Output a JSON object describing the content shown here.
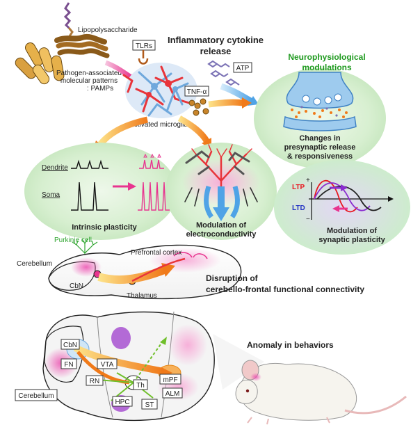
{
  "top": {
    "lipopolysaccharide": "Lipopolysaccharide",
    "pamps_line1": "Pathogen-associated",
    "pamps_line2": "molecular patterns",
    "pamps_line3": ": PAMPs",
    "tlrs": "TLRs",
    "cytokine_line1": "Inflammatory cytokine",
    "cytokine_line2": "release",
    "atp": "ATP",
    "tnf": "TNF-α",
    "microglia": "Activated microglia"
  },
  "modulations": {
    "title_line1": "Neurophysiological",
    "title_line2": "modulations",
    "presynaptic_line1": "Changes in",
    "presynaptic_line2": "presynaptic release",
    "presynaptic_line3": "& responsiveness",
    "dendrite": "Dendrite",
    "soma": "Soma",
    "intrinsic": "Intrinsic plasticity",
    "electro_line1": "Modulation of",
    "electro_line2": "electroconductivity",
    "plus": "+",
    "minus": "−",
    "ltp": "LTP",
    "ltd": "LTD",
    "synaptic_line1": "Modulation of",
    "synaptic_line2": "synaptic plasticity"
  },
  "sagittal": {
    "purkinje": "Purkinje cell",
    "cerebellum": "Cerebellum",
    "prefrontal": "Prefrontal cortex",
    "cbn": "CbN",
    "thalamus": "Thalamus",
    "disruption_line1": "Disruption of",
    "disruption_line2": "cerebello-frontal functional connectivity"
  },
  "dorsal": {
    "cbn": "CbN",
    "fn": "FN",
    "vta": "VTA",
    "rn": "RN",
    "th": "Th",
    "mpf": "mPF",
    "hpc": "HPC",
    "st": "ST",
    "alm": "ALM",
    "cerebellum": "Cerebellum"
  },
  "behavior": {
    "anomaly": "Anomaly in behaviors"
  },
  "colors": {
    "green_bubble": "#d9f0d3",
    "pink_glow": "#ef6bc0",
    "orange_arrow": "#f28a1e",
    "microglia_red": "#e8343a",
    "microglia_blue": "#6fa8dc",
    "ltp_red": "#e8171f",
    "ltd_blue": "#2231c4",
    "title_green": "#1f9a1f"
  }
}
